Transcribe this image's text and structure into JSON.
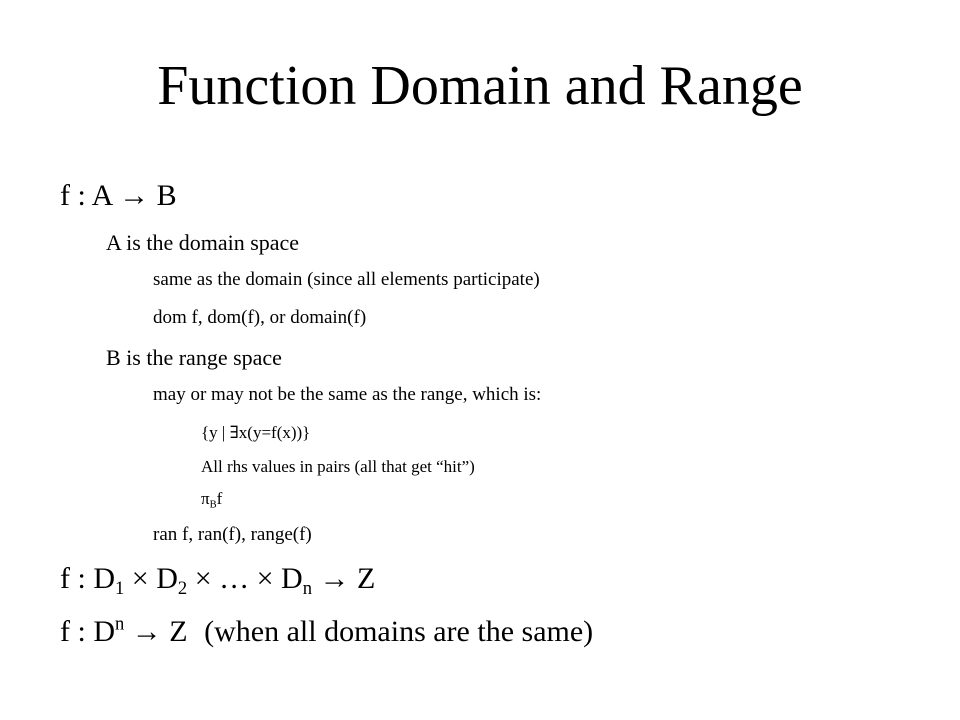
{
  "title": "Function Domain and Range",
  "lines": {
    "f_def": "f : A → B",
    "a_domain_space": "A is the domain space",
    "same_as_domain": "same as the domain (since all elements participate)",
    "dom_notation": "dom f, dom(f), or domain(f)",
    "b_range_space": "B is the range space",
    "may_or_may_not": "may or may not be the same as the range, which is:",
    "set_builder": "{y | ∃x(y=f(x))}",
    "all_rhs": "All rhs values in pairs (all that get “hit”)",
    "projection": {
      "pi": "π",
      "subscript": "B",
      "f": "f"
    },
    "ran_notation": "ran f, ran(f), range(f)",
    "multi_domain": {
      "prefix": "f : D",
      "sub1": "1",
      "times1": "×",
      "d2": "D",
      "sub2": "2",
      "times2": "×",
      "ellipsis": "…",
      "times3": "×",
      "dn": "D",
      "subn": "n",
      "arrow_z": "→ Z"
    },
    "power_domain": {
      "prefix": "f : D",
      "sup": "n",
      "arrow_z": "→ Z",
      "note": "(when all domains are the same)"
    }
  }
}
